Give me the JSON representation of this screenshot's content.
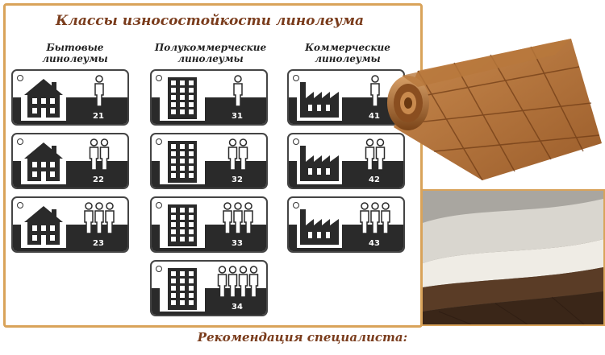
{
  "title": "Классы износостойкости линолеума",
  "groups": [
    {
      "label_line1": "Бытовые линолеумы",
      "label_line2": "",
      "icon": "house-icon",
      "classes": [
        {
          "code": "21",
          "people": 1
        },
        {
          "code": "22",
          "people": 2
        },
        {
          "code": "23",
          "people": 3
        }
      ]
    },
    {
      "label_line1": "Полукоммерческие",
      "label_line2": "линолеумы",
      "icon": "apartment-building-icon",
      "classes": [
        {
          "code": "31",
          "people": 1
        },
        {
          "code": "32",
          "people": 2
        },
        {
          "code": "33",
          "people": 3
        },
        {
          "code": "34",
          "people": 4
        }
      ]
    },
    {
      "label_line1": "Коммерческие",
      "label_line2": "линолеумы",
      "icon": "factory-icon",
      "classes": [
        {
          "code": "41",
          "people": 1
        },
        {
          "code": "42",
          "people": 2
        },
        {
          "code": "43",
          "people": 3
        }
      ]
    }
  ],
  "footer": "Рекомендация специалиста:",
  "colors": {
    "frame": "#d9a35a",
    "title": "#7a3c1c",
    "pictogram": "#2a2a2a",
    "wood": "#b07038"
  }
}
